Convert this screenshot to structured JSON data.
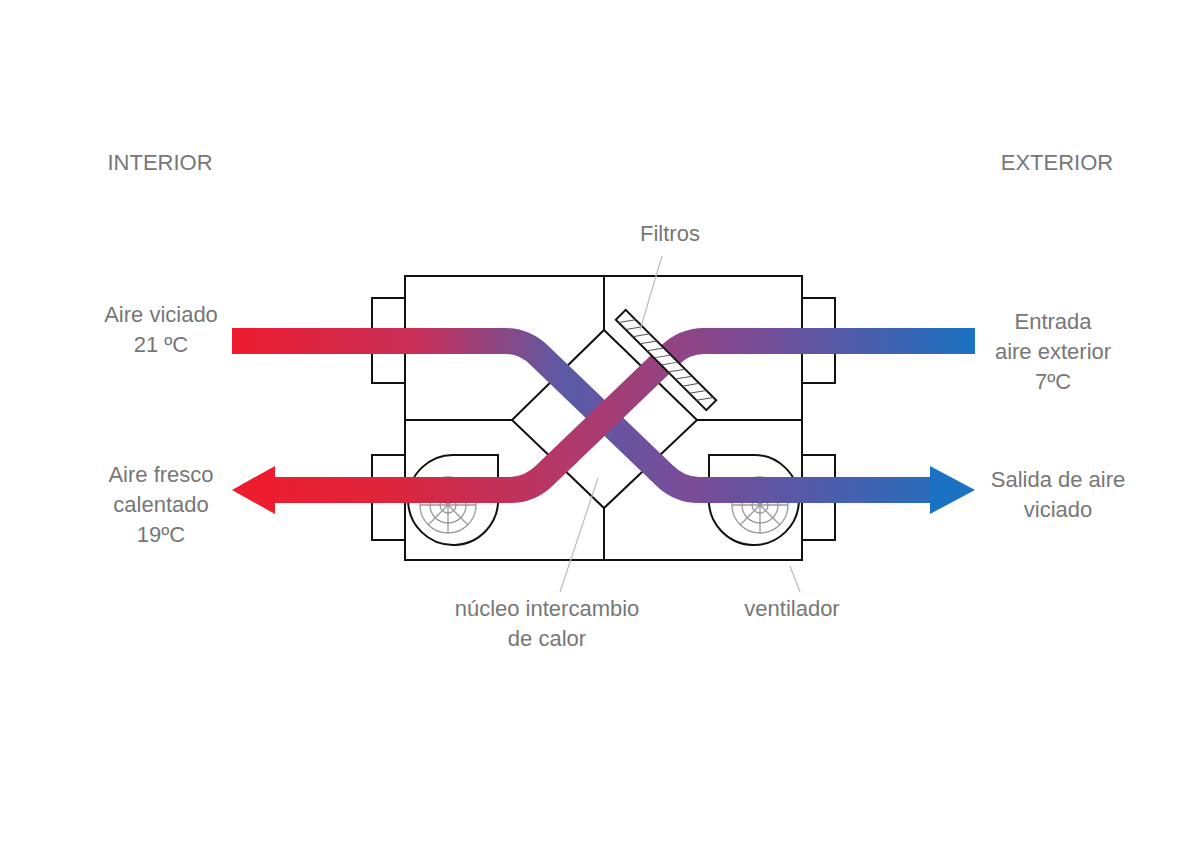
{
  "diagram": {
    "labels": [
      "INTERIOR",
      "EXTERIOR",
      "Filtros",
      "Aire viciado 21 ºC",
      "Aire fresco calentado 19ºC",
      "Entrada aire exterior 7ºC",
      "Salida de aire viciado",
      "núcleo intercambio de calor",
      "ventilador"
    ]
  }
}
